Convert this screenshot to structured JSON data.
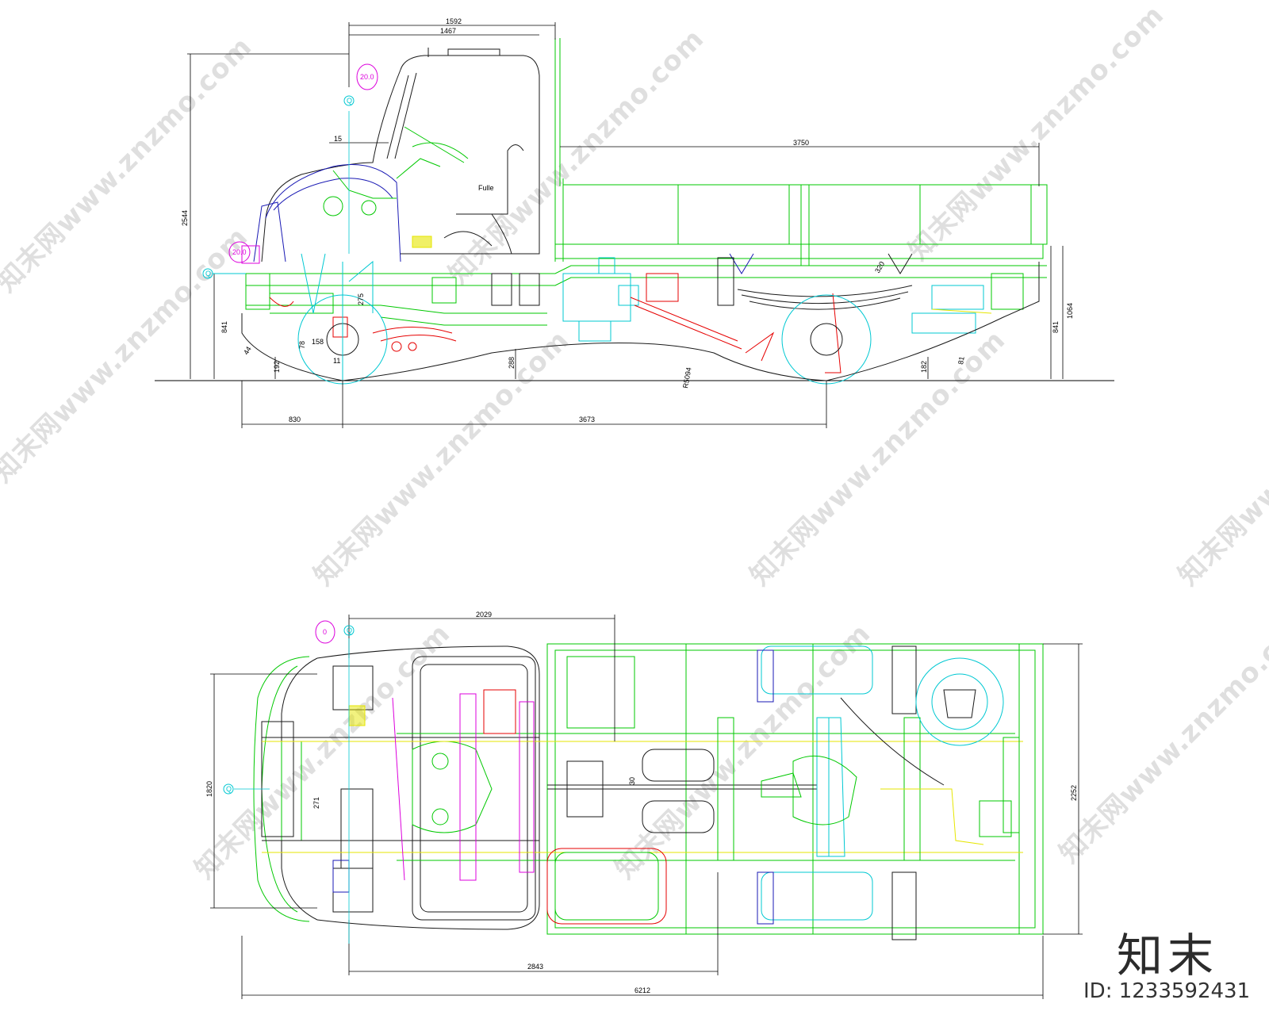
{
  "side_view": {
    "dimensions": {
      "d1592": "1592",
      "d1467": "1467",
      "d3750": "3750",
      "d2544": "2544",
      "d841_left": "841",
      "d841_right": "841",
      "d1064": "1064",
      "d830": "830",
      "d3673": "3673",
      "d15": "15",
      "d11": "11",
      "d192": "192",
      "d78": "78",
      "d158": "158",
      "d275": "275",
      "d288": "288",
      "dR": "R5094",
      "d182": "182",
      "d81": "81",
      "d44": "44",
      "d320": "320"
    },
    "callouts": {
      "c1": "20.0",
      "c2": "20.0",
      "c3": "Q",
      "c4": "Q"
    },
    "label_fill": "Fulle"
  },
  "top_view": {
    "dimensions": {
      "d2029": "2029",
      "d1820": "1820",
      "d2252": "2252",
      "d2843": "2843",
      "d6212": "6212",
      "d271": "271",
      "d30": "30"
    },
    "callouts": {
      "c1": "0",
      "c2": "Q",
      "c3": "Q"
    }
  },
  "watermark": "知末网www.znzmo.com",
  "brand": "知末",
  "image_id": "ID: 1233592431",
  "colors": {
    "frame": "#00c800",
    "cab": "#1a1a1a",
    "cyan": "#00c8d2",
    "red": "#e60000",
    "blue": "#1a1ab4",
    "magenta": "#dc00dc",
    "yellow": "#e6e600",
    "dim": "#000000"
  }
}
